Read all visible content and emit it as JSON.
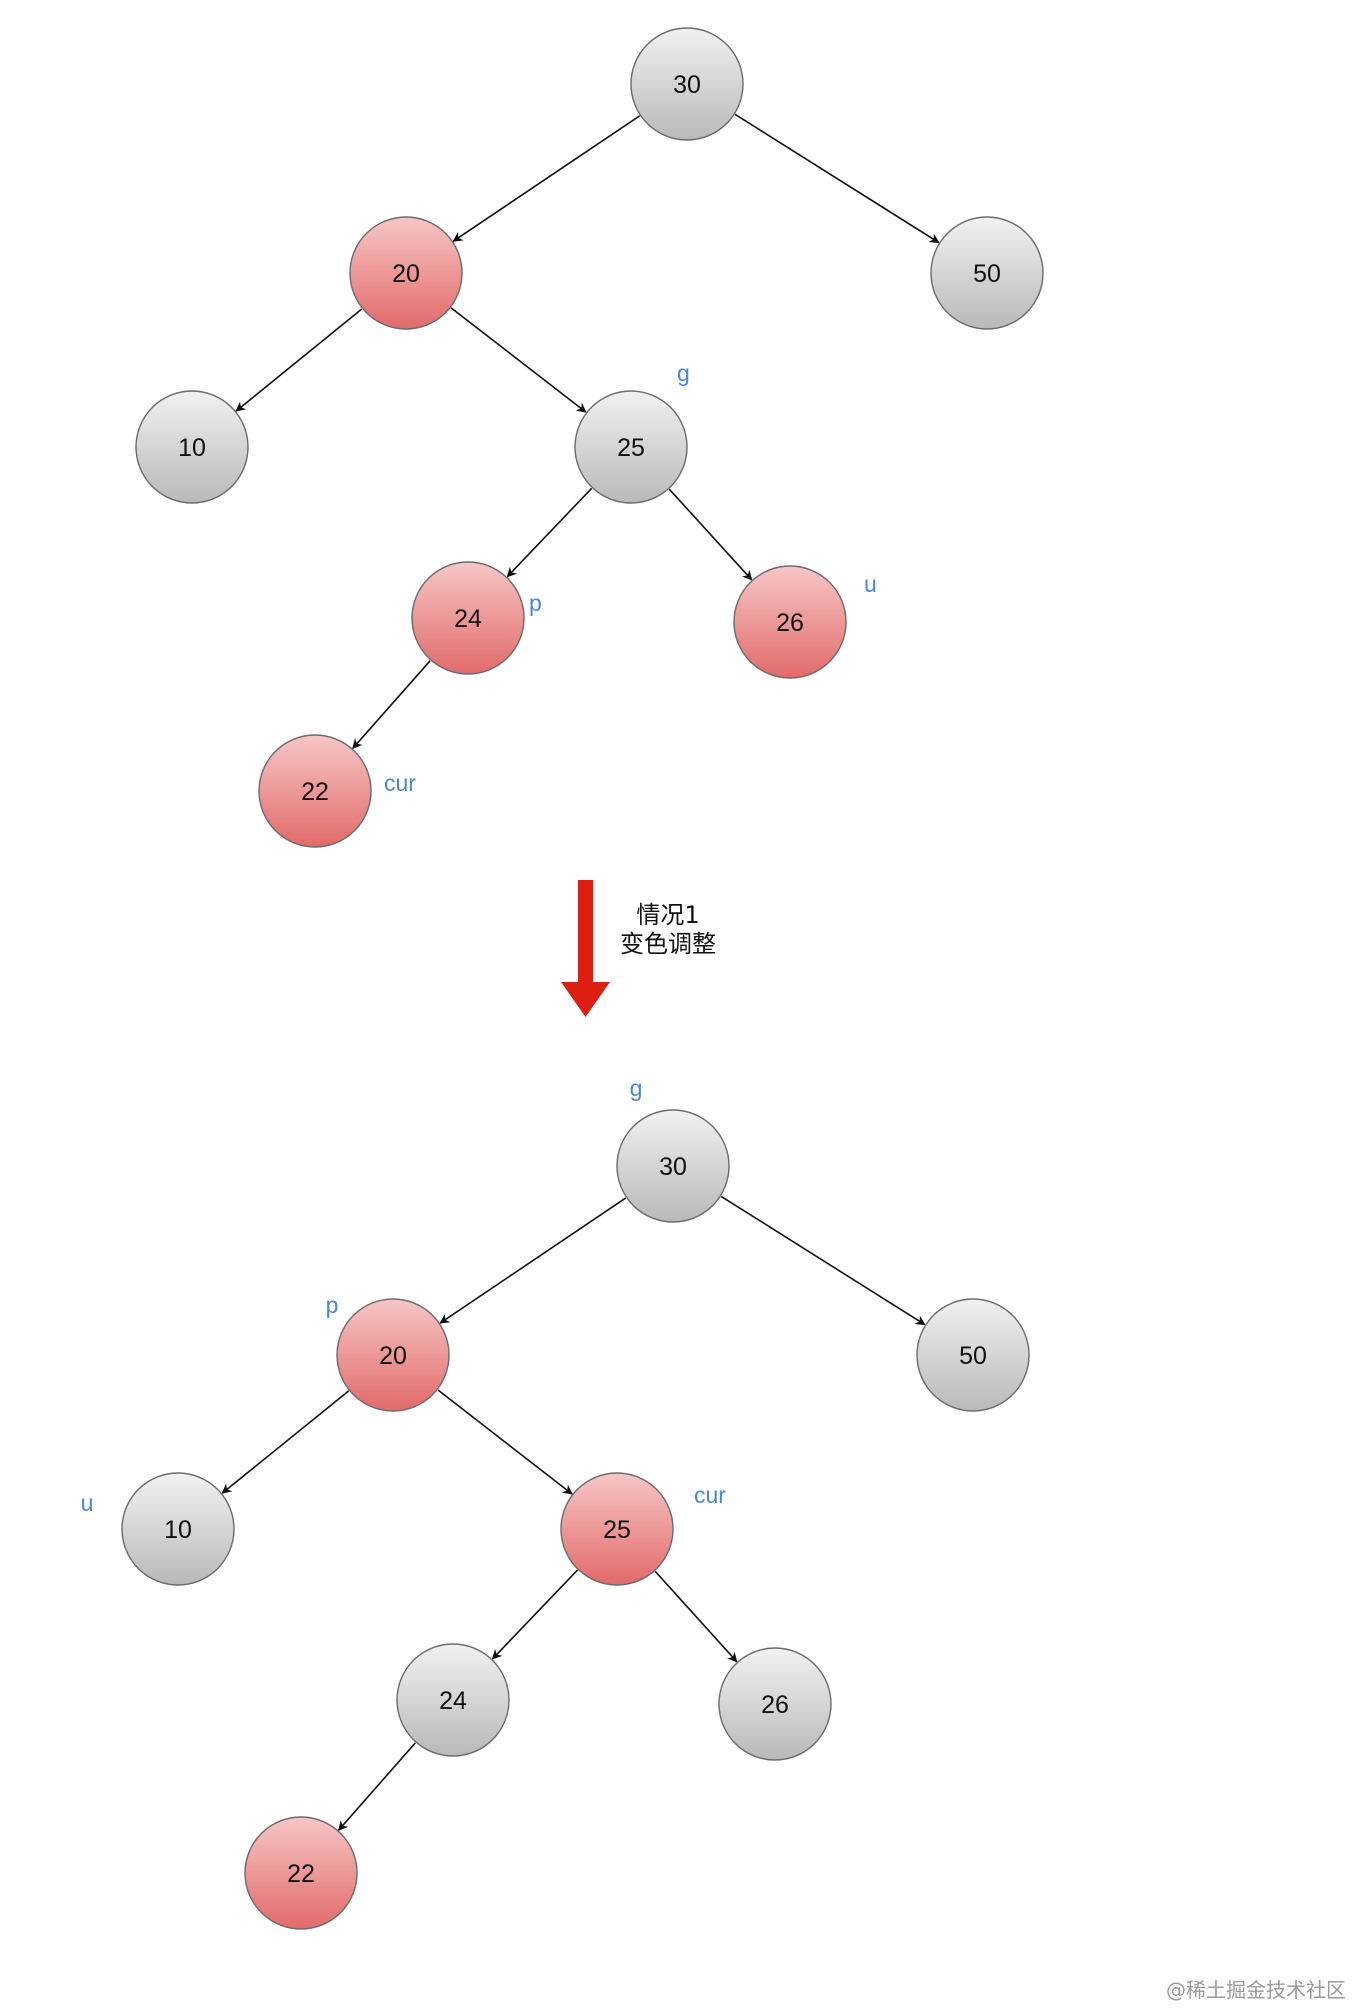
{
  "colors": {
    "red_node_top": "#f7c6c6",
    "red_node_bottom": "#e26a6a",
    "gray_node_top": "#f1f1f1",
    "gray_node_bottom": "#b9b9b9",
    "node_stroke": "#6b6b6b",
    "edge": "#111111",
    "role_label": "#4a86d8",
    "arrow_fill": "#dd1e12"
  },
  "transition": {
    "line1": "情况1",
    "line2": "变色调整"
  },
  "watermark": "@稀土掘金技术社区",
  "trees": [
    {
      "name": "before",
      "nodes": [
        {
          "id": "n30",
          "value": "30",
          "color": "black",
          "role": ""
        },
        {
          "id": "n20",
          "value": "20",
          "color": "red",
          "role": ""
        },
        {
          "id": "n50",
          "value": "50",
          "color": "black",
          "role": ""
        },
        {
          "id": "n10",
          "value": "10",
          "color": "black",
          "role": ""
        },
        {
          "id": "n25",
          "value": "25",
          "color": "black",
          "role": "g"
        },
        {
          "id": "n24",
          "value": "24",
          "color": "red",
          "role": "p"
        },
        {
          "id": "n26",
          "value": "26",
          "color": "red",
          "role": "u"
        },
        {
          "id": "n22",
          "value": "22",
          "color": "red",
          "role": "cur"
        }
      ],
      "edges": [
        [
          "n30",
          "n20"
        ],
        [
          "n30",
          "n50"
        ],
        [
          "n20",
          "n10"
        ],
        [
          "n20",
          "n25"
        ],
        [
          "n25",
          "n24"
        ],
        [
          "n25",
          "n26"
        ],
        [
          "n24",
          "n22"
        ]
      ]
    },
    {
      "name": "after",
      "nodes": [
        {
          "id": "m30",
          "value": "30",
          "color": "black",
          "role": "g"
        },
        {
          "id": "m20",
          "value": "20",
          "color": "red",
          "role": "p"
        },
        {
          "id": "m50",
          "value": "50",
          "color": "black",
          "role": ""
        },
        {
          "id": "m10",
          "value": "10",
          "color": "black",
          "role": "u"
        },
        {
          "id": "m25",
          "value": "25",
          "color": "red",
          "role": "cur"
        },
        {
          "id": "m24",
          "value": "24",
          "color": "black",
          "role": ""
        },
        {
          "id": "m26",
          "value": "26",
          "color": "black",
          "role": ""
        },
        {
          "id": "m22",
          "value": "22",
          "color": "red",
          "role": ""
        }
      ],
      "edges": [
        [
          "m30",
          "m20"
        ],
        [
          "m30",
          "m50"
        ],
        [
          "m20",
          "m10"
        ],
        [
          "m20",
          "m25"
        ],
        [
          "m25",
          "m24"
        ],
        [
          "m25",
          "m26"
        ],
        [
          "m24",
          "m22"
        ]
      ]
    }
  ]
}
